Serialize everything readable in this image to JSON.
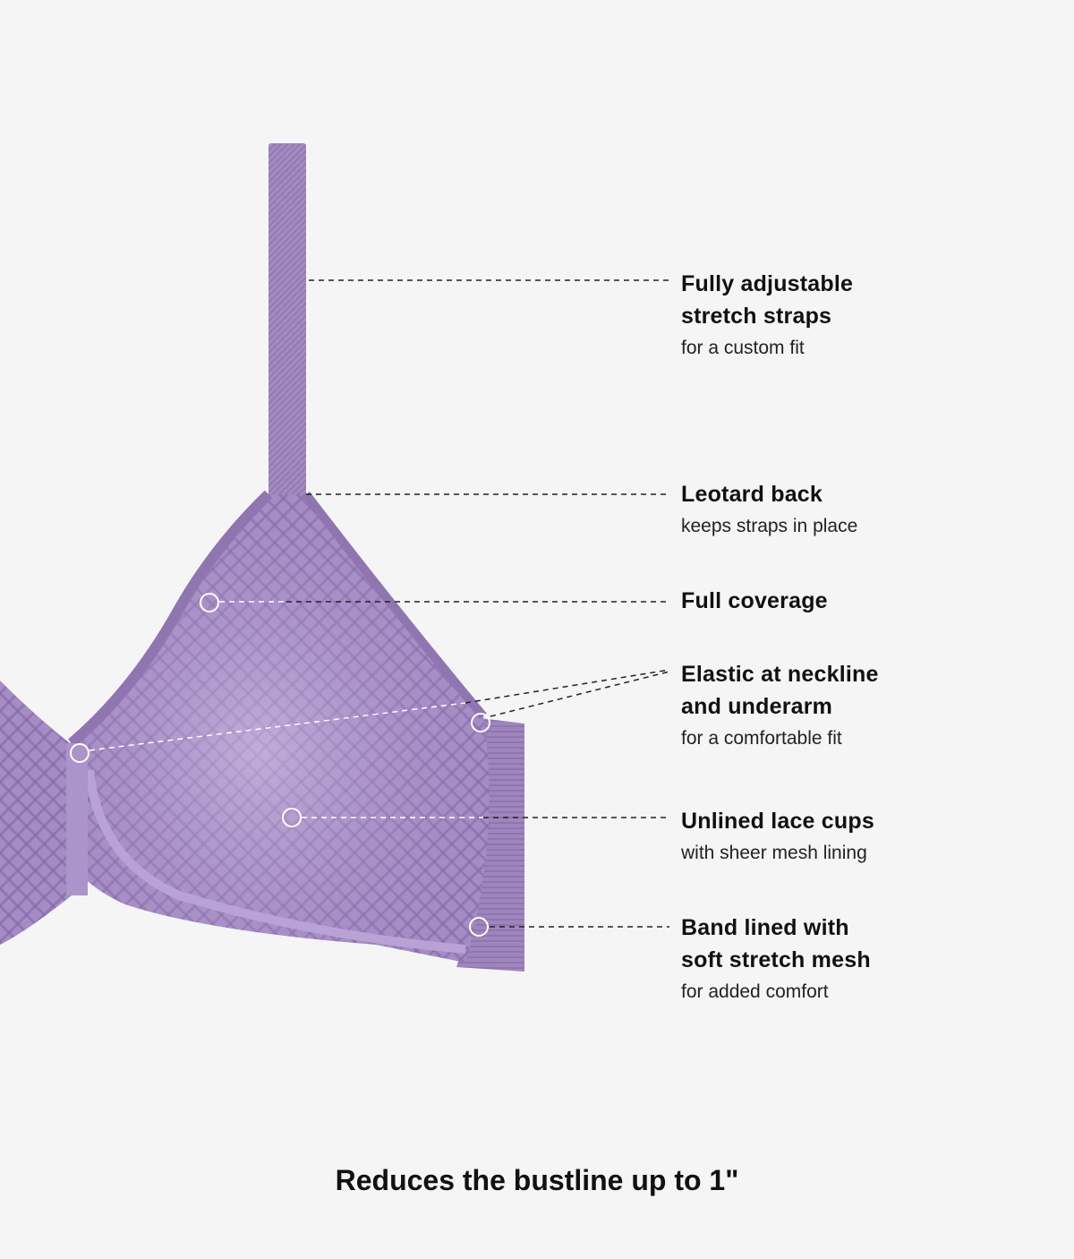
{
  "colors": {
    "background": "#f5f5f5",
    "fabric": "#a58cc4",
    "fabric_light": "#c2aedb",
    "fabric_dark": "#8a6fae",
    "leader_line": "#222222",
    "marker": "#ffffff"
  },
  "features": [
    {
      "id": "straps",
      "title": "Fully adjustable\nstretch straps",
      "subtitle": "for a custom fit"
    },
    {
      "id": "leotard",
      "title": "Leotard back",
      "subtitle": "keeps straps in place"
    },
    {
      "id": "coverage",
      "title": "Full coverage",
      "subtitle": ""
    },
    {
      "id": "elastic",
      "title": "Elastic at neckline\nand underarm",
      "subtitle": "for a comfortable fit"
    },
    {
      "id": "cups",
      "title": "Unlined lace cups",
      "subtitle": "with sheer mesh lining"
    },
    {
      "id": "band",
      "title": "Band lined with\nsoft stretch mesh",
      "subtitle": "for added comfort"
    }
  ],
  "footer": "Reduces the bustline up to 1\""
}
